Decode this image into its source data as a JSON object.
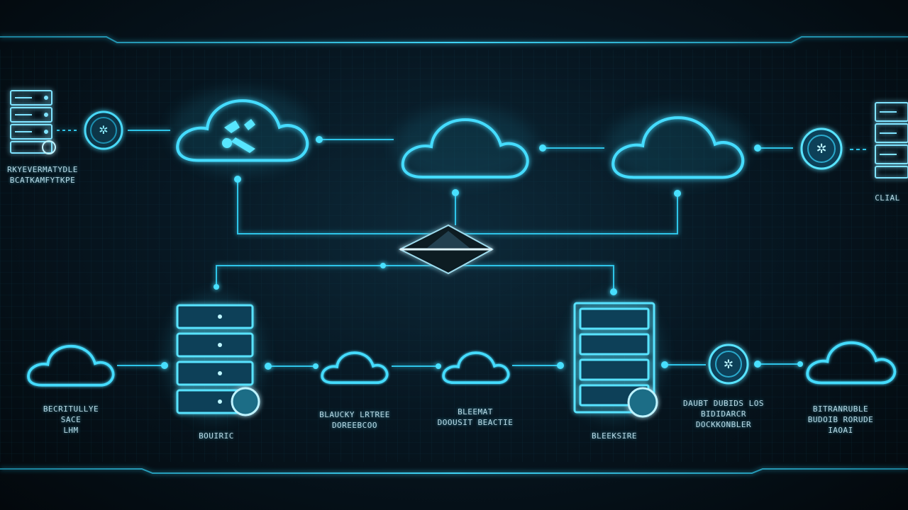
{
  "colors": {
    "background": "#04090d",
    "neon": "#3fd3f5",
    "neon_dim": "#1d8fb0",
    "frame": "#1fa7c8"
  },
  "nodes": {
    "server_top_left": {
      "icon": "server-rack-icon",
      "label": [
        "RKYEVERMATYDLE",
        "BCATKAMFYTKPE"
      ]
    },
    "gear_top_left": {
      "icon": "gear-icon"
    },
    "cloud_top_1": {
      "icon": "cloud-icon",
      "inner_icon": "tools-icon"
    },
    "cloud_top_2": {
      "icon": "cloud-icon"
    },
    "cloud_top_3": {
      "icon": "cloud-icon"
    },
    "gear_top_right": {
      "icon": "gear-icon"
    },
    "server_top_right": {
      "icon": "server-rack-icon",
      "label": [
        "CLIAL"
      ]
    },
    "hub": {
      "icon": "diamond-hub-icon"
    },
    "cloud_bottom_1": {
      "icon": "cloud-icon",
      "label": [
        "BECRITULLYE",
        "SACE",
        "LHM"
      ]
    },
    "server_bottom_1": {
      "icon": "server-rack-icon",
      "label": [
        "BOUIRIC"
      ]
    },
    "cloud_bottom_2": {
      "icon": "cloud-icon",
      "label": [
        "BLAUCKY LRTREE",
        "DOREEBCOO"
      ]
    },
    "cloud_bottom_3": {
      "icon": "cloud-icon",
      "label": [
        "BLEEMAT",
        "DOOUSIT BEACTIE"
      ]
    },
    "server_bottom_2": {
      "icon": "server-rack-icon",
      "label": [
        "BLEEKSIRE"
      ]
    },
    "gear_bottom_right": {
      "icon": "gear-icon",
      "label": [
        "DAUBT DUBIDS LOS",
        "BIDIDARCR",
        "DOCKKONBLER"
      ]
    },
    "cloud_bottom_4": {
      "icon": "cloud-icon",
      "label": [
        "BITRANRUBLE",
        "BUDOIB RORUDE",
        "IAOAI"
      ]
    }
  }
}
